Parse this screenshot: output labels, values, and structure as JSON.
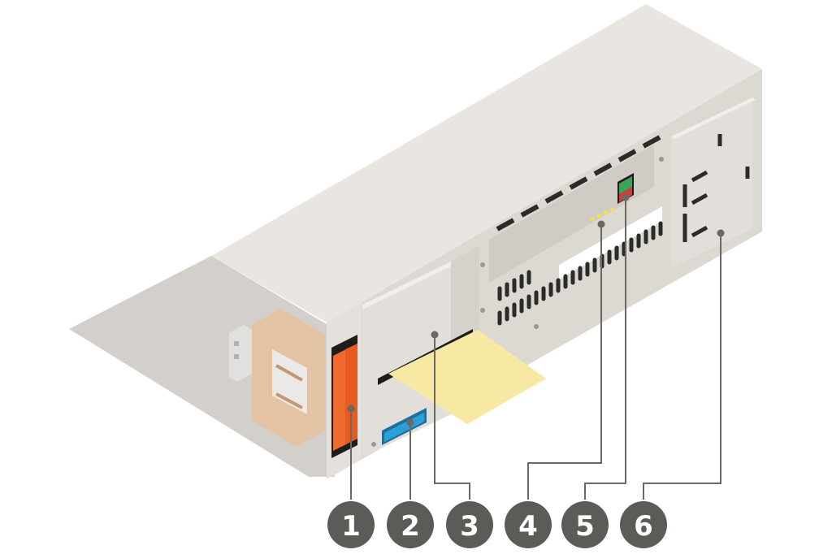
{
  "colors": {
    "top_face": "#e9e6e1",
    "front_face": "#dcd8d2",
    "side_face": "#e2dfda",
    "shadow": "#d3d0cb",
    "vent": "#2d2b2a",
    "orange": "#ef6a2e",
    "card": "#f7e8a4",
    "blue": "#2aa0d8",
    "green": "#3aa35a",
    "red": "#d83b35",
    "led": "#f3e04a",
    "callout": "#5d5b58",
    "leader": "#6b6965"
  },
  "icons": {
    "device": "computer-unit-illustration",
    "orange_module": "orange-battery-module-icon",
    "sd_card": "memory-card-icon",
    "usb_port": "usb-port-icon",
    "leds": "status-leds-icon",
    "switch": "red-green-switch-icon",
    "side_panel": "side-panel-icon"
  },
  "callouts": [
    {
      "number": "1",
      "part": "orange-module"
    },
    {
      "number": "2",
      "part": "usb-port"
    },
    {
      "number": "3",
      "part": "card-slot"
    },
    {
      "number": "4",
      "part": "status-leds"
    },
    {
      "number": "5",
      "part": "switch"
    },
    {
      "number": "6",
      "part": "side-panel"
    }
  ]
}
